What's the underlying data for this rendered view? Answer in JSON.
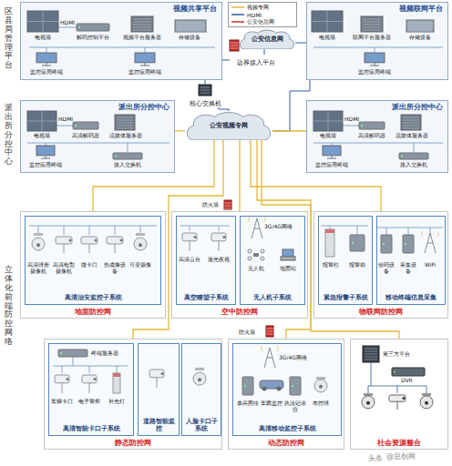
{
  "diagram": {
    "nodes": [
      {
        "text": [
          "视频共享平台"
        ]
      },
      {
        "text": [
          "公安信息网"
        ]
      },
      {
        "text": [
          "边界接入平台"
        ]
      },
      {
        "text": [
          "视频联网平台"
        ]
      },
      {
        "text": [
          "核心交换机"
        ]
      },
      {
        "text": [
          "公安视频专网"
        ]
      },
      {
        "text": [
          "派出所分控中心"
        ]
      },
      {
        "text": [
          "派出所分控中心"
        ]
      },
      {
        "text": [
          "地面防控网"
        ]
      },
      {
        "text": [
          "高清治安监控子系统"
        ],
        "in": 8
      },
      {
        "text": [
          "空中防控网"
        ]
      },
      {
        "text": [
          "高空瞭望子系统"
        ],
        "in": 10
      },
      {
        "text": [
          "无人机子系统"
        ],
        "in": 10
      },
      {
        "text": [
          "物联网防控网"
        ]
      },
      {
        "text": [
          "紧急报警子系统"
        ],
        "in": 13
      },
      {
        "text": [
          "移动终端信息采集"
        ],
        "in": 13
      },
      {
        "text": [
          "静态防控网"
        ]
      },
      {
        "text": [
          "高清智能卡口子系统"
        ],
        "in": 16
      },
      {
        "text": [
          "道路智能监控"
        ],
        "in": 16
      },
      {
        "text": [
          "人脸卡口子系统"
        ],
        "in": 16
      },
      {
        "text": [
          "动态防控网"
        ]
      },
      {
        "text": [
          "高清移动监控子系统"
        ],
        "in": 20
      },
      {
        "text": [
          "社会资源整合"
        ]
      }
    ],
    "edges": [
      {
        "from": 0,
        "to": 4,
        "arrow": "none"
      },
      {
        "from": 0,
        "to": 2,
        "arrow": "none"
      },
      {
        "from": 2,
        "to": 1,
        "arrow": "none"
      },
      {
        "from": 1,
        "to": 3,
        "arrow": "none"
      },
      {
        "from": 4,
        "to": 5,
        "arrow": "none"
      },
      {
        "from": 3,
        "to": 5,
        "arrow": "none"
      },
      {
        "from": 5,
        "to": 6,
        "arrow": "none"
      },
      {
        "from": 5,
        "to": 7,
        "arrow": "none"
      },
      {
        "from": 5,
        "to": 8,
        "arrow": "none"
      },
      {
        "from": 5,
        "to": 10,
        "arrow": "none"
      },
      {
        "from": 5,
        "to": 13,
        "arrow": "none"
      },
      {
        "from": 5,
        "to": 16,
        "arrow": "none"
      },
      {
        "from": 5,
        "to": 20,
        "arrow": "none"
      },
      {
        "from": 5,
        "to": 22,
        "arrow": "none"
      }
    ],
    "labels": [
      "区县局管理平台",
      "派出所分控中心",
      "立体化前端防控网络",
      "电视墙",
      "HDMI",
      "解码控制平台",
      "视频平台服务器",
      "存储设备",
      "监控应用终端",
      "监控应用终端",
      "电视墙",
      "联网平台服务器",
      "存储设备",
      "监控应用终端",
      "电视墙",
      "HDMI",
      "高清解码器",
      "流媒体服务器",
      "监控应用终端",
      "接入交换机",
      "电视墙",
      "HDMI",
      "高清解码器",
      "流媒体服务器",
      "监控应用终端",
      "接入交换机",
      "高清球形摄像机",
      "高清枪型摄像机",
      "微卡口",
      "热成像设备",
      "可变摄像",
      "防火墙",
      "高清云台",
      "激光夜视",
      "3G/4G网络",
      "无人机",
      "地面站",
      "报警柱",
      "报警箱",
      "侦码设备",
      "采集设备",
      "WiFi",
      "终端服务器",
      "车辆卡口",
      "电子警察",
      "补光灯",
      "3G/4G网络",
      "单兵图传",
      "车载监控",
      "执法记录仪",
      "布控球",
      "防火墙",
      "第三方平台",
      "DVR",
      "头条",
      "@思创网"
    ],
    "legend": [
      {
        "text": "视频专网"
      },
      {
        "text": "HDMI"
      },
      {
        "text": "公安信息网"
      }
    ]
  }
}
